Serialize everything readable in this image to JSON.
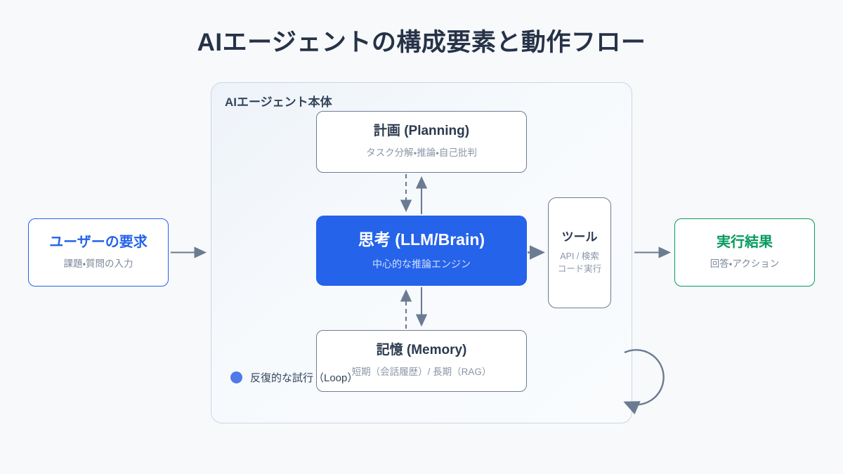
{
  "page": {
    "title": "AIエージェントの構成要素と動作フロー",
    "background_color": "#f7f9fb",
    "title_color": "#263247"
  },
  "colors": {
    "accent_blue": "#2563eb",
    "accent_green": "#069a5c",
    "node_border": "#6d7c92",
    "arrow": "#6b7b92",
    "container_border": "#ccd6e4",
    "muted_text": "#8a96a8",
    "legend_dot": "#4f7ae8"
  },
  "container": {
    "label": "AIエージェント本体"
  },
  "nodes": {
    "user": {
      "title": "ユーザーの要求",
      "subtitle": "課題・質問の入力",
      "accent": "#2563eb"
    },
    "planning": {
      "title": "計画 (Planning)",
      "subtitle": "タスク分解・推論・自己批判"
    },
    "brain": {
      "title": "思考 (LLM/Brain)",
      "subtitle": "中心的な推論エンジン",
      "fill": "#2563eb"
    },
    "memory": {
      "title": "記憶 (Memory)",
      "subtitle": "短期（会話履歴）/ 長期（RAG）"
    },
    "tools": {
      "title": "ツール",
      "subtitle_line1": "API / 検索",
      "subtitle_line2": "コード実行"
    },
    "result": {
      "title": "実行結果",
      "subtitle": "回答・アクション",
      "accent": "#069a5c"
    }
  },
  "legend": {
    "label": "反復的な試行（Loop）",
    "dot_color": "#4f7ae8"
  },
  "edges": [
    {
      "name": "user-to-agent",
      "from": "user",
      "to": "agent-container",
      "style": "solid",
      "direction": "right"
    },
    {
      "name": "planning-to-brain",
      "from": "planning",
      "to": "brain",
      "style": "dashed",
      "direction": "down"
    },
    {
      "name": "brain-to-planning",
      "from": "brain",
      "to": "planning",
      "style": "solid",
      "direction": "up"
    },
    {
      "name": "memory-to-brain",
      "from": "memory",
      "to": "brain",
      "style": "dashed",
      "direction": "up"
    },
    {
      "name": "brain-to-memory",
      "from": "brain",
      "to": "memory",
      "style": "solid",
      "direction": "down"
    },
    {
      "name": "brain-to-tools",
      "from": "brain",
      "to": "tools",
      "style": "solid",
      "direction": "right"
    },
    {
      "name": "agent-to-result",
      "from": "agent-container",
      "to": "result",
      "style": "solid",
      "direction": "right"
    },
    {
      "name": "loop-arrow",
      "from": "agent-container",
      "to": "agent-container",
      "style": "solid",
      "direction": "circular"
    }
  ]
}
